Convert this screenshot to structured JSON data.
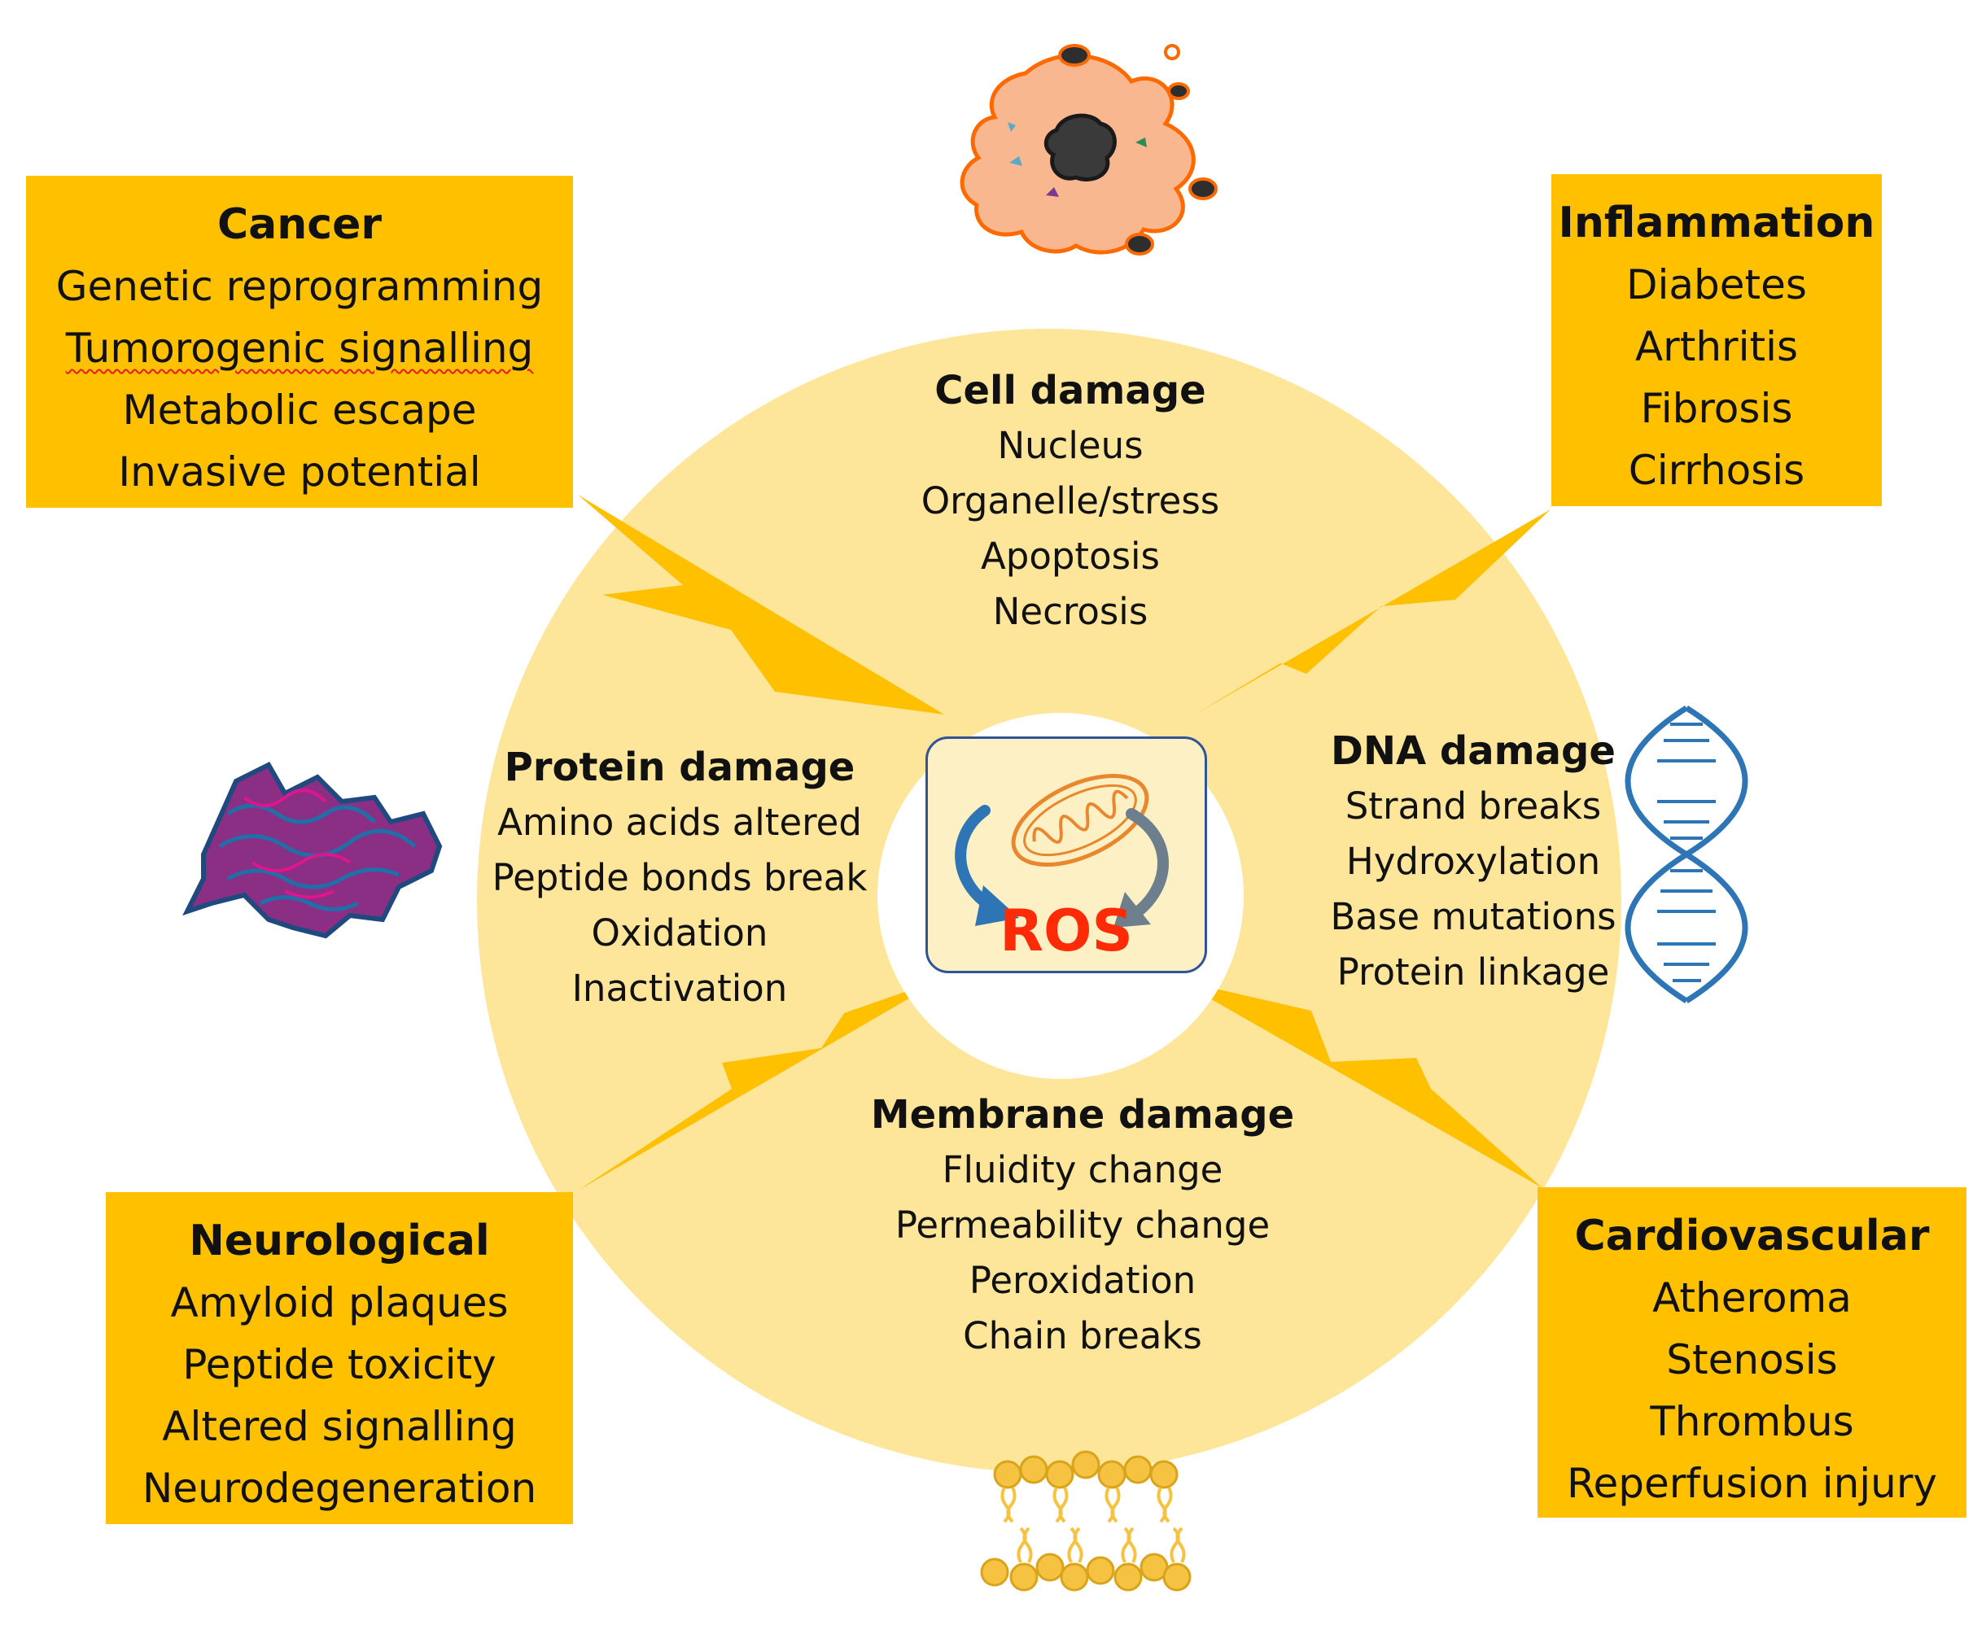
{
  "center": {
    "label": "ROS"
  },
  "groups": {
    "cell": {
      "title": "Cell damage",
      "items": [
        "Nucleus",
        "Organelle/stress",
        "Apoptosis",
        "Necrosis"
      ]
    },
    "protein": {
      "title": "Protein damage",
      "items": [
        "Amino acids altered",
        "Peptide bonds break",
        "Oxidation",
        "Inactivation"
      ]
    },
    "dna": {
      "title": "DNA damage",
      "items": [
        "Strand breaks",
        "Hydroxylation",
        "Base mutations",
        "Protein linkage"
      ]
    },
    "membrane": {
      "title": "Membrane damage",
      "items": [
        "Fluidity change",
        "Permeability change",
        "Peroxidation",
        "Chain breaks"
      ]
    }
  },
  "boxes": {
    "cancer": {
      "title": "Cancer",
      "items": [
        "Genetic reprogramming",
        "Tumorogenic signalling",
        "Metabolic escape",
        "Invasive potential"
      ]
    },
    "inflammation": {
      "title": "Inflammation",
      "items": [
        "Diabetes",
        "Arthritis",
        "Fibrosis",
        "Cirrhosis"
      ]
    },
    "neurological": {
      "title": "Neurological",
      "items": [
        "Amyloid plaques",
        "Peptide toxicity",
        "Altered signalling",
        "Neurodegeneration"
      ]
    },
    "cardiovascular": {
      "title": "Cardiovascular",
      "items": [
        "Atheroma",
        "Stenosis",
        "Thrombus",
        "Reperfusion injury"
      ]
    }
  },
  "colors": {
    "circle": "#fde59a",
    "box": "#ffc000",
    "bolt": "#ffc000",
    "ros_text": "#ff2b06",
    "arrow_blue": "#2e75b6",
    "arrow_gray": "#6d7f8c",
    "mitochondrion": "#e8872d",
    "dna": "#2e75b6",
    "lipid": "#f5c242"
  }
}
